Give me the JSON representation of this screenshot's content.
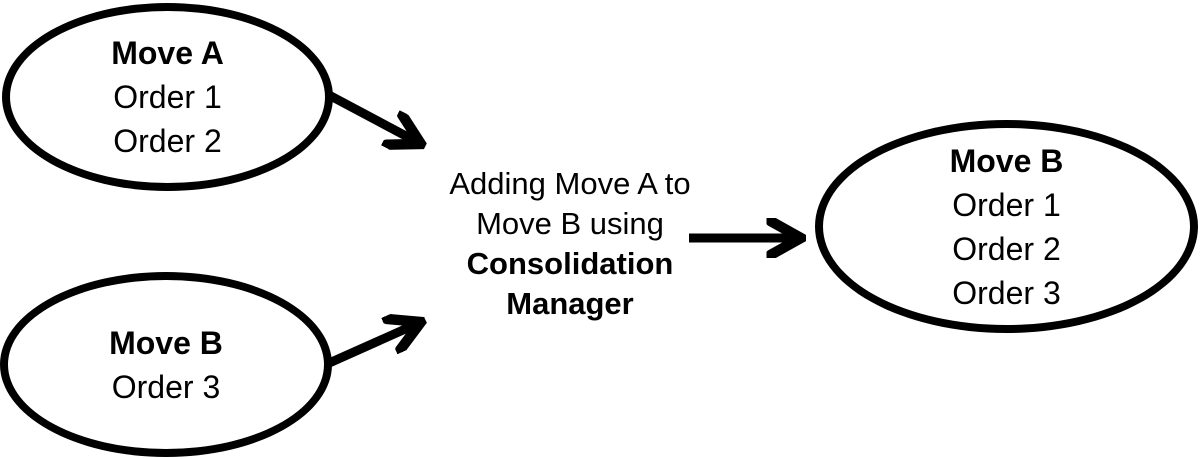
{
  "colors": {
    "background": "#ffffff",
    "ink": "#000000"
  },
  "nodes": {
    "move_a_source": {
      "title": "Move A",
      "orders": [
        "Order 1",
        "Order 2"
      ]
    },
    "move_b_source": {
      "title": "Move B",
      "orders": [
        "Order 3"
      ]
    },
    "move_b_result": {
      "title": "Move B",
      "orders": [
        "Order 1",
        "Order 2",
        "Order 3"
      ]
    }
  },
  "process": {
    "line1": "Adding Move A to",
    "line2": "Move B using",
    "line3": "Consolidation",
    "line4": "Manager"
  }
}
